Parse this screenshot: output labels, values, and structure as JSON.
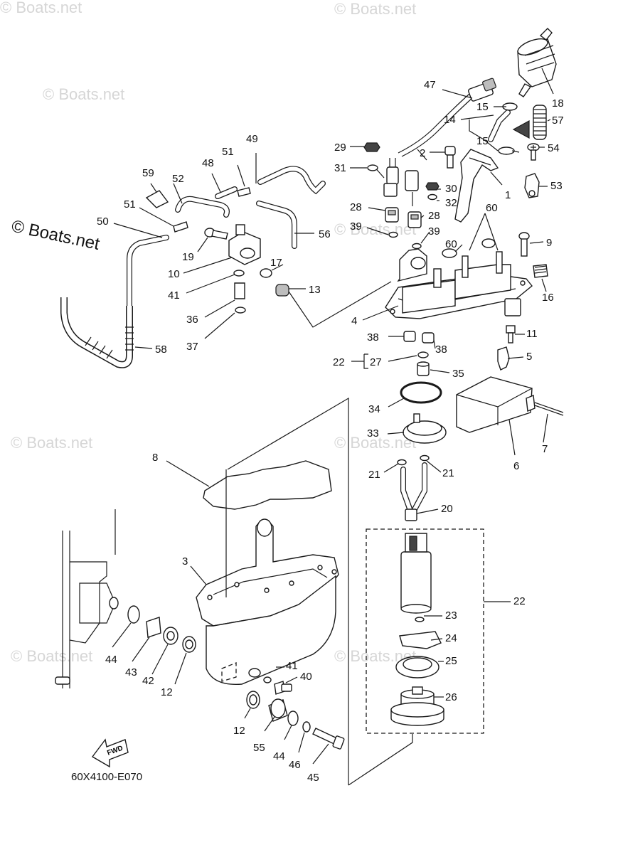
{
  "diagram": {
    "code": "60X4100-E070",
    "fwd_label": "FWD",
    "watermarks": [
      "© Boats.net",
      "© Boats.net",
      "© Boats.net",
      "© Boats.net",
      "© Boats.net",
      "© Boats.net",
      "© Boats.net",
      "© Boats.net"
    ],
    "watermark_main": "© Boats.net",
    "labels": [
      "47",
      "18",
      "15",
      "14",
      "57",
      "15",
      "29",
      "2",
      "54",
      "31",
      "49",
      "1",
      "53",
      "51",
      "30",
      "48",
      "59",
      "52",
      "32",
      "60",
      "28",
      "28",
      "51",
      "50",
      "39",
      "39",
      "56",
      "60",
      "9",
      "19",
      "10",
      "17",
      "16",
      "41",
      "13",
      "4",
      "36",
      "38",
      "38",
      "11",
      "37",
      "58",
      "5",
      "22",
      "27",
      "35",
      "34",
      "6",
      "33",
      "7",
      "8",
      "21",
      "21",
      "20",
      "3",
      "22",
      "23",
      "24",
      "25",
      "41",
      "40",
      "26",
      "44",
      "43",
      "42",
      "12",
      "12",
      "55",
      "44",
      "46",
      "45"
    ]
  }
}
